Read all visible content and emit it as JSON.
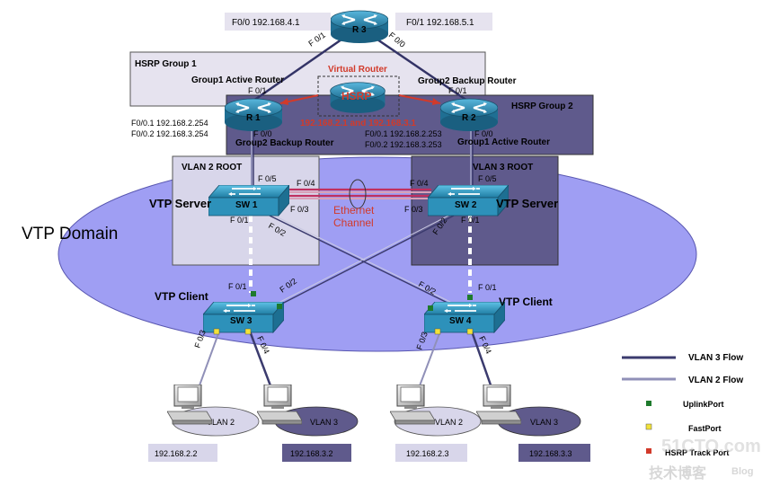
{
  "colors": {
    "domain_fill": "#9f9ef3",
    "group1_fill": "#e6e3ef",
    "group2_fill": "#5f5a8c",
    "vlan2_fill": "#d8d6ea",
    "vlan3_fill": "#5f5a8c",
    "router_blue": "#2f8fb6",
    "switch_blue": "#35a9cf",
    "vlan3_flow": "#3b3b6e",
    "vlan2_flow": "#9090b8",
    "etherchannel": "#c03060",
    "virtual_red": "#d23a2a",
    "uplink_port": "#1e7a2c",
    "fast_port": "#f2e23a",
    "track_port": "#d23a2a"
  },
  "top_labels": {
    "r3_f00": "F0/0 192.168.4.1",
    "r3_f01": "F0/1 192.168.5.1"
  },
  "routers": {
    "r3": "R 3",
    "r1": "R 1",
    "r2": "R 2",
    "hsrp": "HSRP"
  },
  "r3_ports": {
    "left": "F 0/1",
    "right": "F 0/0"
  },
  "group1": {
    "title": "HSRP Group 1",
    "active": "Group1 Active Router",
    "backup": "Group2 Backup Router"
  },
  "group2": {
    "title": "HSRP Group 2",
    "backup": "Group2 Backup Router",
    "active": "Group1 Active Router"
  },
  "virtual": {
    "title": "Virtual Router",
    "ips": "192.168.2.1 and 192.168.3.1"
  },
  "r1_ports": {
    "up": "F 0/1",
    "down": "F 0/0",
    "ip1": "F0/0.1 192.168.2.254",
    "ip2": "F0/0.2 192.168.3.254"
  },
  "r2_ports": {
    "up": "F 0/1",
    "down": "F 0/0",
    "ip1": "F0/0.1 192.168.2.253",
    "ip2": "F0/0.2 192.168.3.253"
  },
  "vlan_roots": {
    "left": "VLAN 2 ROOT",
    "right": "VLAN 3 ROOT"
  },
  "domain": "VTP Domain",
  "sw1": {
    "name": "SW 1",
    "role": "VTP Server",
    "p5": "F 0/5",
    "p4": "F 0/4",
    "p3": "F 0/3",
    "p1": "F 0/1",
    "p2": "F 0/2"
  },
  "sw2": {
    "name": "SW 2",
    "role": "VTP Server",
    "p5": "F 0/5",
    "p4": "F 0/4",
    "p3": "F 0/3",
    "p1": "F 0/1",
    "p2": "F 0/2"
  },
  "etherchannel": {
    "line1": "Ethernet",
    "line2": "Channel"
  },
  "sw3": {
    "name": "SW 3",
    "role": "VTP Client",
    "p1": "F 0/1",
    "p2": "F 0/2",
    "p3": "F 0/3",
    "p4": "F 0/4"
  },
  "sw4": {
    "name": "SW 4",
    "role": "VTP Client",
    "p1": "F 0/1",
    "p2": "F 0/2",
    "p3": "F 0/3",
    "p4": "F 0/4"
  },
  "hosts": [
    {
      "vlan": "VLAN 2",
      "ip": "192.168.2.2"
    },
    {
      "vlan": "VLAN 3",
      "ip": "192.168.3.2"
    },
    {
      "vlan": "VLAN 2",
      "ip": "192.168.2.3"
    },
    {
      "vlan": "VLAN 3",
      "ip": "192.168.3.3"
    }
  ],
  "legend": {
    "vlan3": "VLAN 3 Flow",
    "vlan2": "VLAN 2 Flow",
    "uplink": "UplinkPort",
    "fast": "FastPort",
    "track": "HSRP Track Port"
  },
  "watermark": {
    "site": "51CTO.com",
    "sub": "技术博客",
    "blog": "Blog"
  }
}
